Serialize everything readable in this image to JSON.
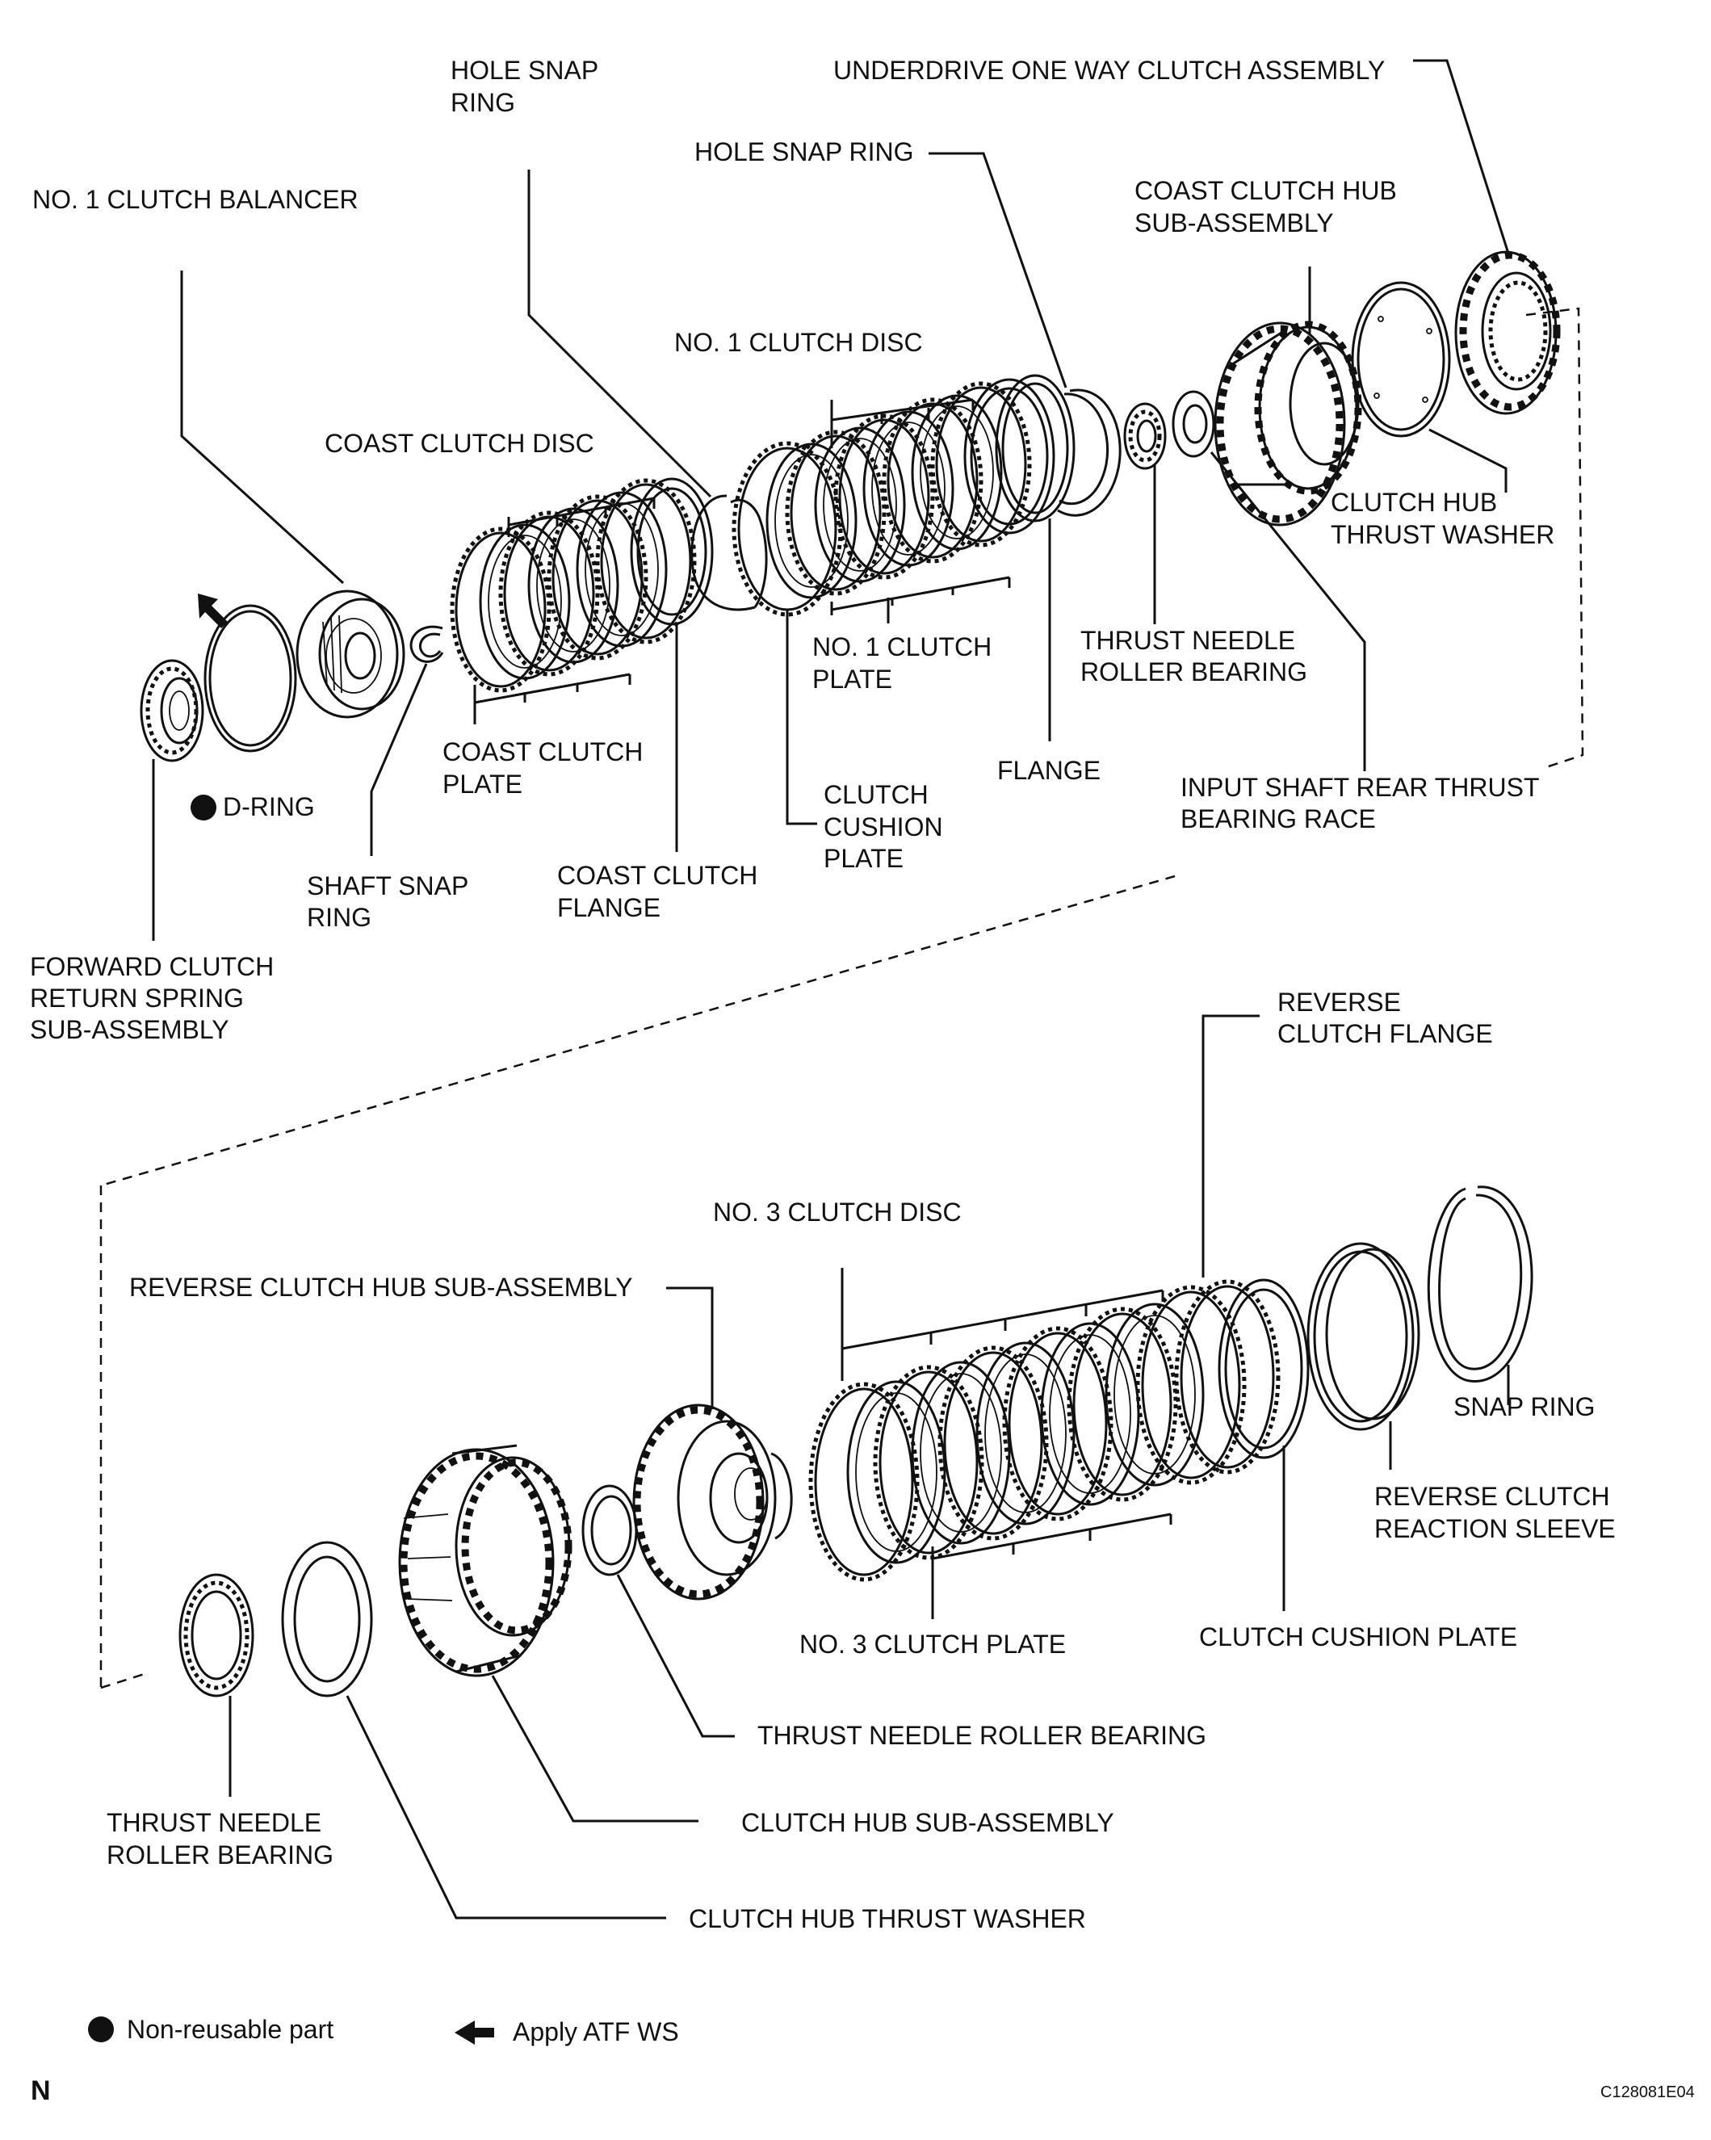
{
  "labels": {
    "hole_snap_ring_top": [
      "HOLE SNAP",
      "RING"
    ],
    "underdrive_one_way_clutch": [
      "UNDERDRIVE ONE WAY CLUTCH ASSEMBLY"
    ],
    "hole_snap_ring_mid": [
      "HOLE SNAP RING"
    ],
    "no1_clutch_balancer": [
      "NO. 1 CLUTCH BALANCER"
    ],
    "coast_clutch_hub": [
      "COAST CLUTCH HUB",
      "SUB-ASSEMBLY"
    ],
    "no1_clutch_disc": [
      "NO. 1 CLUTCH DISC"
    ],
    "coast_clutch_disc": [
      "COAST CLUTCH DISC"
    ],
    "clutch_hub_thrust_washer_top": [
      "CLUTCH HUB",
      "THRUST WASHER"
    ],
    "thrust_needle_bearing_top": [
      "THRUST NEEDLE",
      "ROLLER BEARING"
    ],
    "no1_clutch_plate": [
      "NO. 1 CLUTCH",
      "PLATE"
    ],
    "coast_clutch_plate": [
      "COAST CLUTCH",
      "PLATE"
    ],
    "flange": [
      "FLANGE"
    ],
    "d_ring": [
      "D-RING"
    ],
    "clutch_cushion_plate_top": [
      "CLUTCH",
      "CUSHION",
      "PLATE"
    ],
    "input_shaft_rear_thrust_race": [
      "INPUT SHAFT REAR THRUST",
      "BEARING RACE"
    ],
    "shaft_snap_ring": [
      "SHAFT SNAP",
      "RING"
    ],
    "coast_clutch_flange": [
      "COAST CLUTCH",
      "FLANGE"
    ],
    "forward_clutch_return_spring": [
      "FORWARD CLUTCH",
      "RETURN SPRING",
      "SUB-ASSEMBLY"
    ],
    "reverse_clutch_flange": [
      "REVERSE",
      "CLUTCH FLANGE"
    ],
    "no3_clutch_disc": [
      "NO. 3 CLUTCH DISC"
    ],
    "reverse_clutch_hub": [
      "REVERSE CLUTCH HUB SUB-ASSEMBLY"
    ],
    "snap_ring": [
      "SNAP RING"
    ],
    "reverse_clutch_reaction_sleeve": [
      "REVERSE CLUTCH",
      "REACTION SLEEVE"
    ],
    "no3_clutch_plate": [
      "NO. 3 CLUTCH PLATE"
    ],
    "clutch_cushion_plate_bottom": [
      "CLUTCH CUSHION PLATE"
    ],
    "thrust_needle_bearing_mid": [
      "THRUST NEEDLE ROLLER BEARING"
    ],
    "thrust_needle_bearing_bottom": [
      "THRUST NEEDLE",
      "ROLLER BEARING"
    ],
    "clutch_hub_sub_assembly": [
      "CLUTCH HUB SUB-ASSEMBLY"
    ],
    "clutch_hub_thrust_washer_bottom": [
      "CLUTCH HUB THRUST WASHER"
    ]
  },
  "legend": {
    "non_reusable": "Non-reusable part",
    "apply_atf": "Apply ATF WS"
  },
  "corner_mark": "N",
  "figure_code": "C128081E04"
}
